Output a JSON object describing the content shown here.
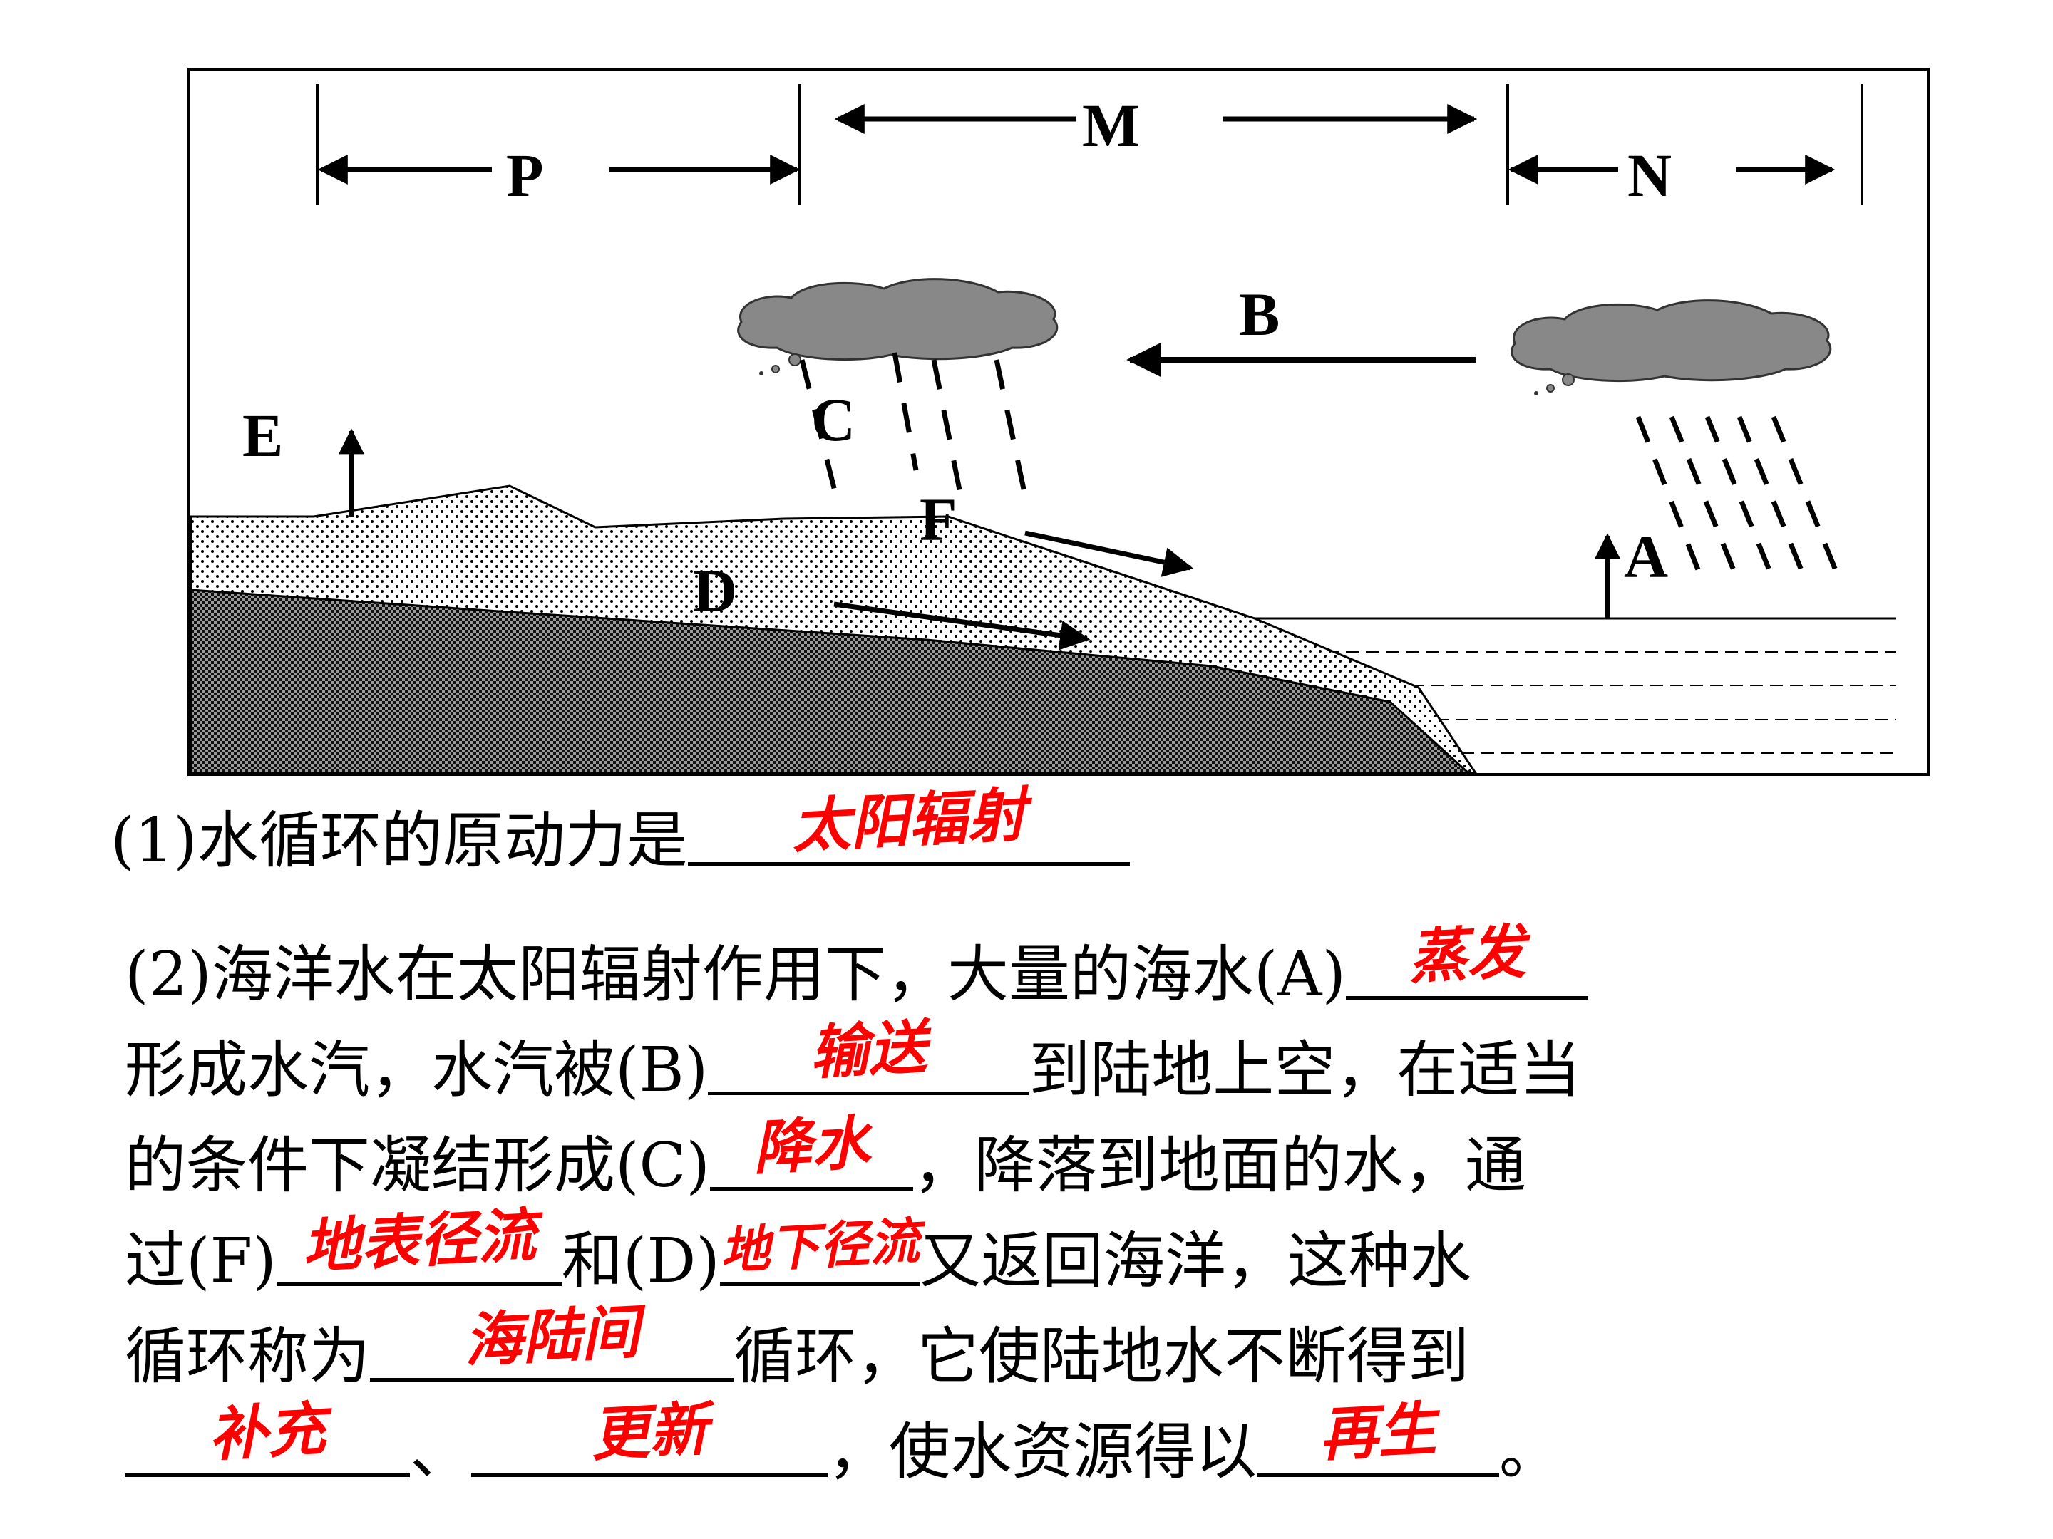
{
  "diagram": {
    "labels": {
      "P": "P",
      "M": "M",
      "N": "N",
      "A": "A",
      "B": "B",
      "C": "C",
      "D": "D",
      "E": "E",
      "F": "F"
    },
    "colors": {
      "cloud": "#888888",
      "ink": "#000000",
      "answer": "#ff0000"
    }
  },
  "q1": {
    "prefix": "(1)水循环的原动力是",
    "answer": "太阳辐射"
  },
  "q2": {
    "line1": {
      "text": "(2)海洋水在太阳辐射作用下，大量的海水(A)",
      "answer": "蒸发"
    },
    "line2": {
      "text_a": "形成水汽，水汽被(B)",
      "answer": "输送",
      "text_b": "到陆地上空，在适当"
    },
    "line3": {
      "text_a": "的条件下凝结形成(C)",
      "answer": "降水",
      "text_b": "，降落到地面的水，通"
    },
    "line4": {
      "text_a": "过(F)",
      "answer_f": "地表径流",
      "text_b": "和(D)",
      "answer_d": "地下径流",
      "text_c": "又返回海洋，这种水"
    },
    "line5": {
      "text_a": "循环称为",
      "answer": "海陆间",
      "text_b": "循环，它使陆地水不断得到"
    },
    "line6": {
      "answer_1": "补充",
      "sep": "、",
      "answer_2": "更新",
      "text_a": "，使水资源得以",
      "answer_3": "再生",
      "text_b": "。"
    }
  }
}
